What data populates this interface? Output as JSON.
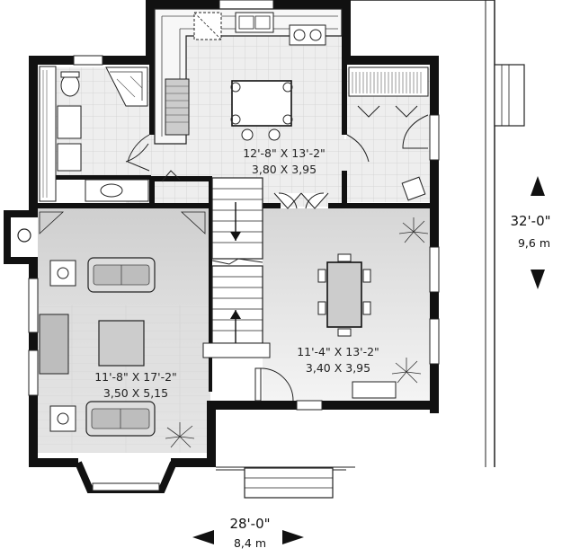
{
  "rooms": {
    "kitchen": {
      "dims_imperial": "12'-8\" X 13'-2\"",
      "dims_metric": "3,80 X 3,95"
    },
    "dining": {
      "dims_imperial": "11'-4\" X 13'-2\"",
      "dims_metric": "3,40 X 3,95"
    },
    "living": {
      "dims_imperial": "11'-8\" X 17'-2\"",
      "dims_metric": "3,50 X 5,15"
    }
  },
  "overall": {
    "depth_imperial": "32'-0\"",
    "depth_metric": "9,6 m",
    "width_imperial": "28'-0\"",
    "width_metric": "8,4 m"
  },
  "colors": {
    "wall": "#111111",
    "floor_tile": "#ededed",
    "floor_wood": "#dddddd",
    "furniture": "#bdbdbd"
  }
}
